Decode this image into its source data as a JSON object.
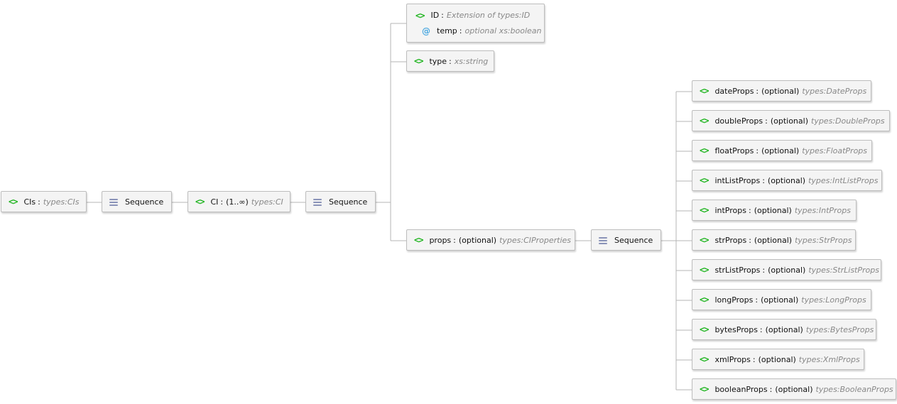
{
  "nodes": {
    "cis": {
      "icon": "<>",
      "name": "CIs",
      "type": "types:CIs"
    },
    "seq1": {
      "label": "Sequence"
    },
    "ci": {
      "icon": "<>",
      "name": "CI",
      "modifier": "(1..∞)",
      "type": "types:CI"
    },
    "seq2": {
      "label": "Sequence"
    },
    "id": {
      "icon": "<>",
      "name": "ID",
      "type": "Extension of types:ID"
    },
    "temp": {
      "icon": "@",
      "name": "temp",
      "type": "optional xs:boolean"
    },
    "type_el": {
      "icon": "<>",
      "name": "type",
      "type": "xs:string"
    },
    "props": {
      "icon": "<>",
      "name": "props",
      "modifier": "(optional)",
      "type": "types:CIProperties"
    },
    "seq3": {
      "label": "Sequence"
    }
  },
  "child_props": [
    {
      "icon": "<>",
      "name": "dateProps",
      "modifier": "(optional)",
      "type": "types:DateProps"
    },
    {
      "icon": "<>",
      "name": "doubleProps",
      "modifier": "(optional)",
      "type": "types:DoubleProps"
    },
    {
      "icon": "<>",
      "name": "floatProps",
      "modifier": "(optional)",
      "type": "types:FloatProps"
    },
    {
      "icon": "<>",
      "name": "intListProps",
      "modifier": "(optional)",
      "type": "types:IntListProps"
    },
    {
      "icon": "<>",
      "name": "intProps",
      "modifier": "(optional)",
      "type": "types:IntProps"
    },
    {
      "icon": "<>",
      "name": "strProps",
      "modifier": "(optional)",
      "type": "types:StrProps"
    },
    {
      "icon": "<>",
      "name": "strListProps",
      "modifier": "(optional)",
      "type": "types:StrListProps"
    },
    {
      "icon": "<>",
      "name": "longProps",
      "modifier": "(optional)",
      "type": "types:LongProps"
    },
    {
      "icon": "<>",
      "name": "bytesProps",
      "modifier": "(optional)",
      "type": "types:BytesProps"
    },
    {
      "icon": "<>",
      "name": "xmlProps",
      "modifier": "(optional)",
      "type": "types:XmlProps"
    },
    {
      "icon": "<>",
      "name": "booleanProps",
      "modifier": "(optional)",
      "type": "types:BooleanProps"
    }
  ],
  "colors": {
    "element_icon": "#1eb41e",
    "attribute_icon": "#4aa8e0",
    "type_text": "#888888",
    "connector": "#b5b5b5"
  }
}
